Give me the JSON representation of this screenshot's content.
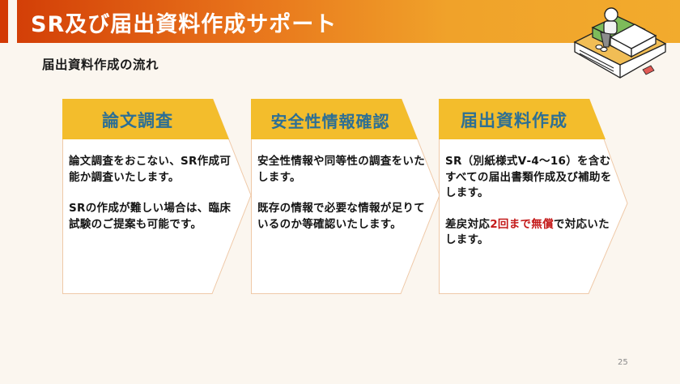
{
  "header": {
    "title": "SR及び届出資料作成サポート",
    "accent_color": "#d33a05",
    "gradient_start": "#d33f07",
    "gradient_end": "#f2ab2d"
  },
  "illustration": {
    "icon": "person-sitting-on-books-illustration"
  },
  "subtitle": "届出資料作成の流れ",
  "steps": [
    {
      "title": "論文調査",
      "paragraphs": [
        {
          "text": "論文調査をおこない、SR作成可能か調査いたします。"
        },
        {
          "text": "SRの作成が難しい場合は、臨床試験のご提案も可能です。"
        }
      ]
    },
    {
      "title": "安全性情報確認",
      "paragraphs": [
        {
          "text": "安全性情報や同等性の調査をいたします。"
        },
        {
          "text": "既存の情報で必要な情報が足りているのか等確認いたします。"
        }
      ]
    },
    {
      "title": "届出資料作成",
      "paragraphs": [
        {
          "text": "SR（別紙様式Ⅴ-4～16）を含むすべての届出書類作成及び補助をします。"
        },
        {
          "before": "差戻対応",
          "highlight": "2回まで無償",
          "after": "で対応いたします。"
        }
      ]
    }
  ],
  "colors": {
    "banner": "#f3bd2c",
    "banner_text": "#2d6f94",
    "card_border": "#efc9a8",
    "highlight_text": "#c41a1a",
    "background": "#fbf6ef"
  },
  "page_number": "25"
}
